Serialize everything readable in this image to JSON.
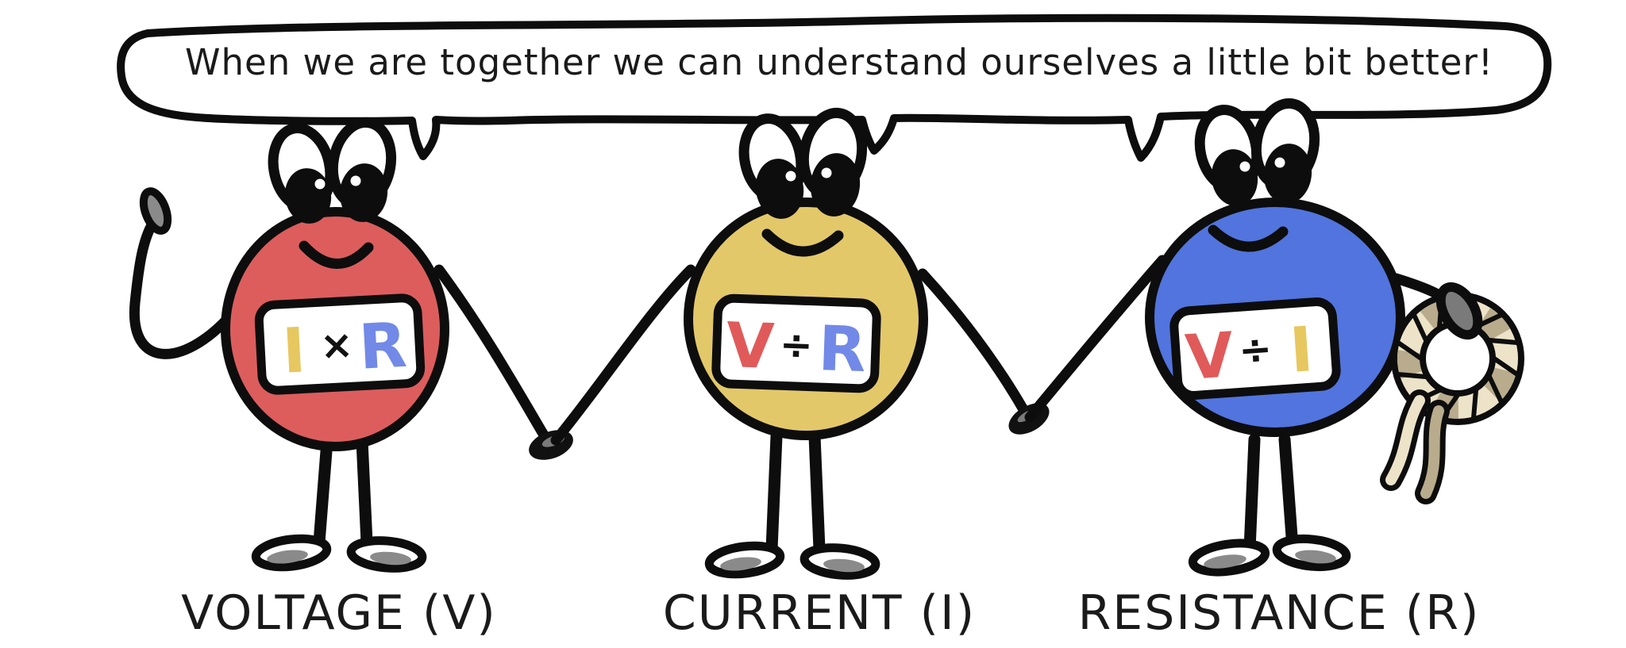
{
  "illustration": "ohms-law-cartoon",
  "speech_bubble": {
    "text": "When we are together we can understand ourselves a little bit better!"
  },
  "characters": [
    {
      "id": "voltage",
      "label": "VOLTAGE (V)",
      "body_color": "#DD5D5D",
      "formula": {
        "operand1": "I",
        "operand1_color": "#E7C75F",
        "operator": "×",
        "operator_color": "#111111",
        "operand2": "R",
        "operand2_color": "#7289E8"
      }
    },
    {
      "id": "current",
      "label": "CURRENT (I)",
      "body_color": "#E3C86A",
      "formula": {
        "operand1": "V",
        "operand1_color": "#E05A5A",
        "operator": "÷",
        "operator_color": "#111111",
        "operand2": "R",
        "operand2_color": "#7289E8"
      }
    },
    {
      "id": "resistance",
      "label": "RESISTANCE (R)",
      "body_color": "#5174DE",
      "accessory": "rope-coil",
      "formula": {
        "operand1": "V",
        "operand1_color": "#E05A5A",
        "operator": "÷",
        "operator_color": "#111111",
        "operand2": "I",
        "operand2_color": "#E7C75F"
      }
    }
  ],
  "palette": {
    "outline": "#0D0D0D",
    "eye_white": "#FFFFFF",
    "hands_feet_gray": "#8A8A8A",
    "held_hands_gray": "#7A7A7A",
    "rope_light": "#EDE3C8",
    "rope_dark": "#B8AC8C",
    "background": "#FFFFFF",
    "text": "#1A1A1A"
  }
}
